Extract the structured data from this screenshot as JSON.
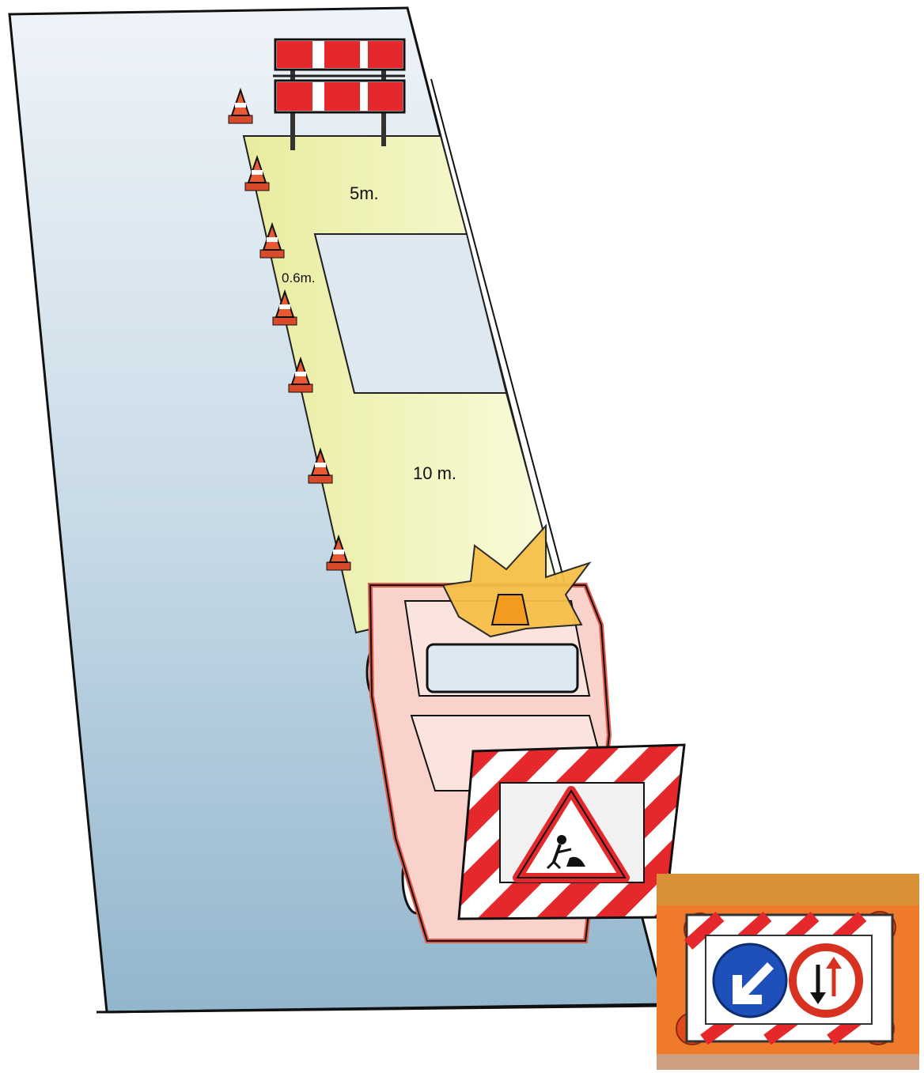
{
  "labels": {
    "gap_top": "5m.",
    "offset": "0.6m.",
    "gap_bottom": "10 m."
  },
  "objects": {
    "barrier": "striped-road-barrier",
    "cones": "traffic-cone",
    "vehicle": "works-pickup-truck",
    "beacon": "flashing-amber-beacon",
    "rear_sign": "road-works-warning-triangle",
    "inset_left_sign": "keep-left-arrow-sign",
    "inset_right_sign": "priority-to-oncoming-traffic-sign"
  },
  "colors": {
    "road_top": "#e9f0f6",
    "road_bottom": "#93b8cf",
    "zone": "#eef0a8",
    "stripe_red": "#e4282b",
    "beacon": "#f6b02c",
    "sign_blue": "#1f4fb8",
    "inset_bg": "#ef7a2a"
  }
}
